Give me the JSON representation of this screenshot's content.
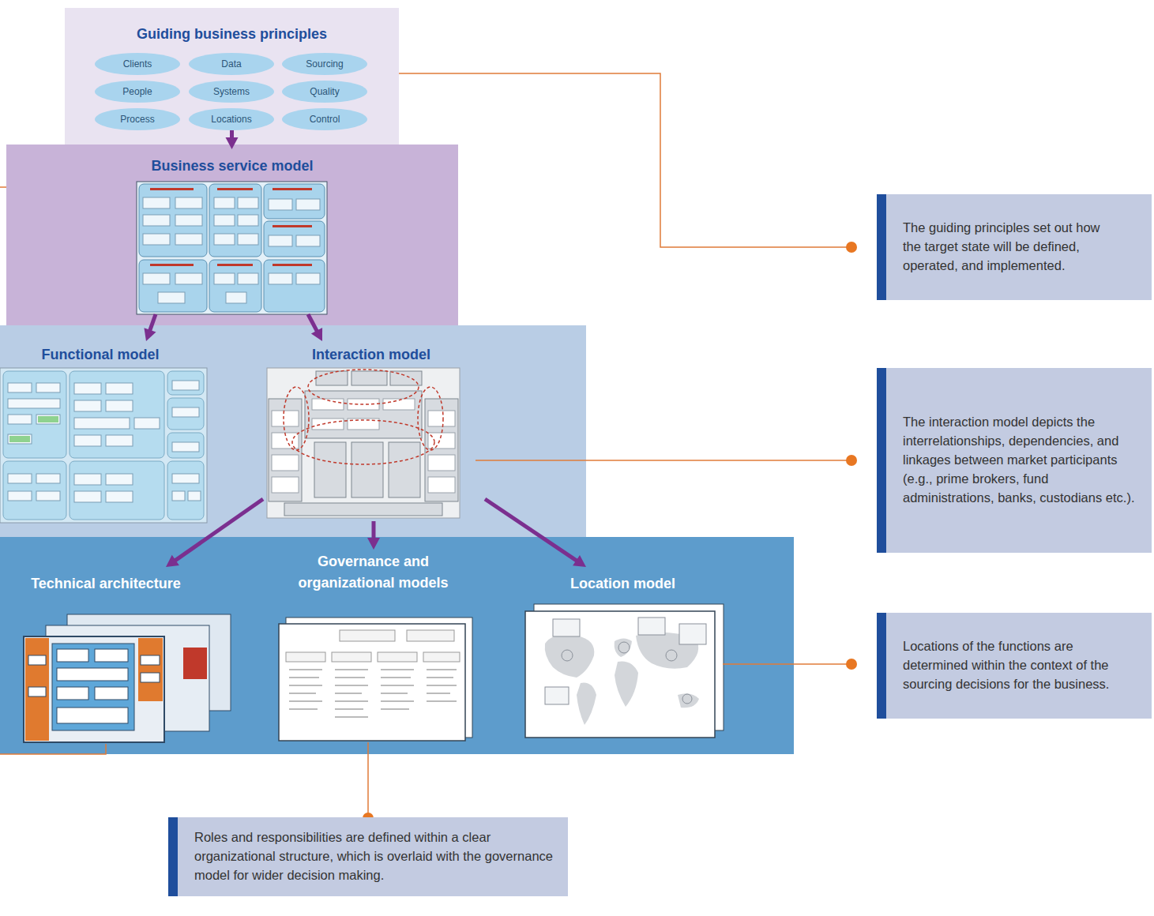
{
  "diagram": {
    "nodes": [
      {
        "text": [
          "Guiding business principles"
        ]
      },
      {
        "text": [
          "Clients"
        ],
        "in": 0
      },
      {
        "text": [
          "Data"
        ],
        "in": 0
      },
      {
        "text": [
          "Sourcing"
        ],
        "in": 0
      },
      {
        "text": [
          "People"
        ],
        "in": 0
      },
      {
        "text": [
          "Systems"
        ],
        "in": 0
      },
      {
        "text": [
          "Quality"
        ],
        "in": 0
      },
      {
        "text": [
          "Process"
        ],
        "in": 0
      },
      {
        "text": [
          "Locations"
        ],
        "in": 0
      },
      {
        "text": [
          "Control"
        ],
        "in": 0
      },
      {
        "text": [
          "Business service model"
        ]
      },
      {
        "text": [
          "Functional model"
        ]
      },
      {
        "text": [
          "Interaction model"
        ]
      },
      {
        "text": [
          "Technical architecture"
        ]
      },
      {
        "text": [
          "Governance and organizational models"
        ]
      },
      {
        "text": [
          "Location model"
        ]
      },
      {
        "text": [
          "The guiding principles set out how the target state will be defined, operated, and implemented."
        ]
      },
      {
        "text": [
          "The interaction model depicts the interrelationships, dependencies, and linkages between market participants (e.g., prime brokers, fund administrations, banks, custodians etc.)."
        ]
      },
      {
        "text": [
          "Locations of the functions are determined within the context of the sourcing decisions for the business."
        ]
      },
      {
        "text": [
          "Roles and responsibilities are defined within a clear organizational structure, which is overlaid with the governance model for wider decision making."
        ]
      }
    ],
    "edges": [
      {
        "from": 0,
        "to": 10,
        "arrow": "to"
      },
      {
        "from": 10,
        "to": 11,
        "arrow": "to"
      },
      {
        "from": 10,
        "to": 12,
        "arrow": "to"
      },
      {
        "from": 12,
        "to": 13,
        "arrow": "to"
      },
      {
        "from": 12,
        "to": 14,
        "arrow": "to"
      },
      {
        "from": 12,
        "to": 15,
        "arrow": "to"
      },
      {
        "from": 0,
        "to": 16,
        "arrow": "none"
      },
      {
        "from": 12,
        "to": 17,
        "arrow": "none"
      },
      {
        "from": 15,
        "to": 18,
        "arrow": "none"
      },
      {
        "from": 14,
        "to": 19,
        "arrow": "none"
      }
    ]
  }
}
